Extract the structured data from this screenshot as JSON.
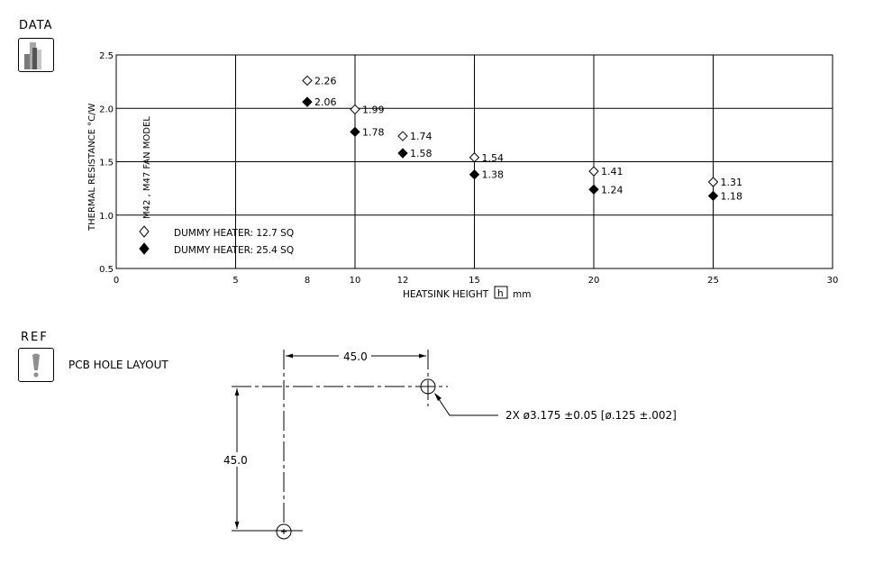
{
  "sections": {
    "data_label": "DATA",
    "ref_label": "REF",
    "ref_title": "PCB HOLE LAYOUT"
  },
  "chart_data": {
    "type": "scatter",
    "ylabel": "THERMAL  RESISTANCE  °C/W",
    "model_label": "M42 , M47 FAN MODEL",
    "xlabel_text": "HEATSINK HEIGHT",
    "xlabel_symbol": "h",
    "xlabel_unit": "mm",
    "xlim": [
      0,
      30
    ],
    "ylim": [
      0.5,
      2.5
    ],
    "x_ticks": [
      0,
      5,
      8,
      10,
      12,
      15,
      20,
      25,
      30
    ],
    "x_grid": [
      5,
      10,
      15,
      20,
      25
    ],
    "x_tick_labels": [
      "0",
      "5",
      "8",
      "10",
      "12",
      "15",
      "20",
      "25",
      "30"
    ],
    "y_ticks": [
      0.5,
      1.0,
      1.5,
      2.0,
      2.5
    ],
    "y_tick_labels": [
      "0.5",
      "1.0",
      "1.5",
      "2.0",
      "2.5"
    ],
    "grid": true,
    "legend_position": "bottom-left",
    "series": [
      {
        "name": "DUMMY HEATER: 12.7 SQ",
        "marker": "open-diamond",
        "x": [
          8,
          10,
          12,
          15,
          20,
          25
        ],
        "y": [
          2.26,
          1.99,
          1.74,
          1.54,
          1.41,
          1.31
        ],
        "labels": [
          "2.26",
          "1.99",
          "1.74",
          "1.54",
          "1.41",
          "1.31"
        ]
      },
      {
        "name": "DUMMY HEATER: 25.4 SQ",
        "marker": "filled-diamond",
        "x": [
          8,
          10,
          12,
          15,
          20,
          25
        ],
        "y": [
          2.06,
          1.78,
          1.58,
          1.38,
          1.24,
          1.18
        ],
        "labels": [
          "2.06",
          "1.78",
          "1.58",
          "1.38",
          "1.24",
          "1.18"
        ]
      }
    ]
  },
  "drawing": {
    "horizontal_dim": "45.0",
    "vertical_dim": "45.0",
    "hole_callout": "2X  ø3.175 ±0.05 [ø.125 ±.002]"
  }
}
